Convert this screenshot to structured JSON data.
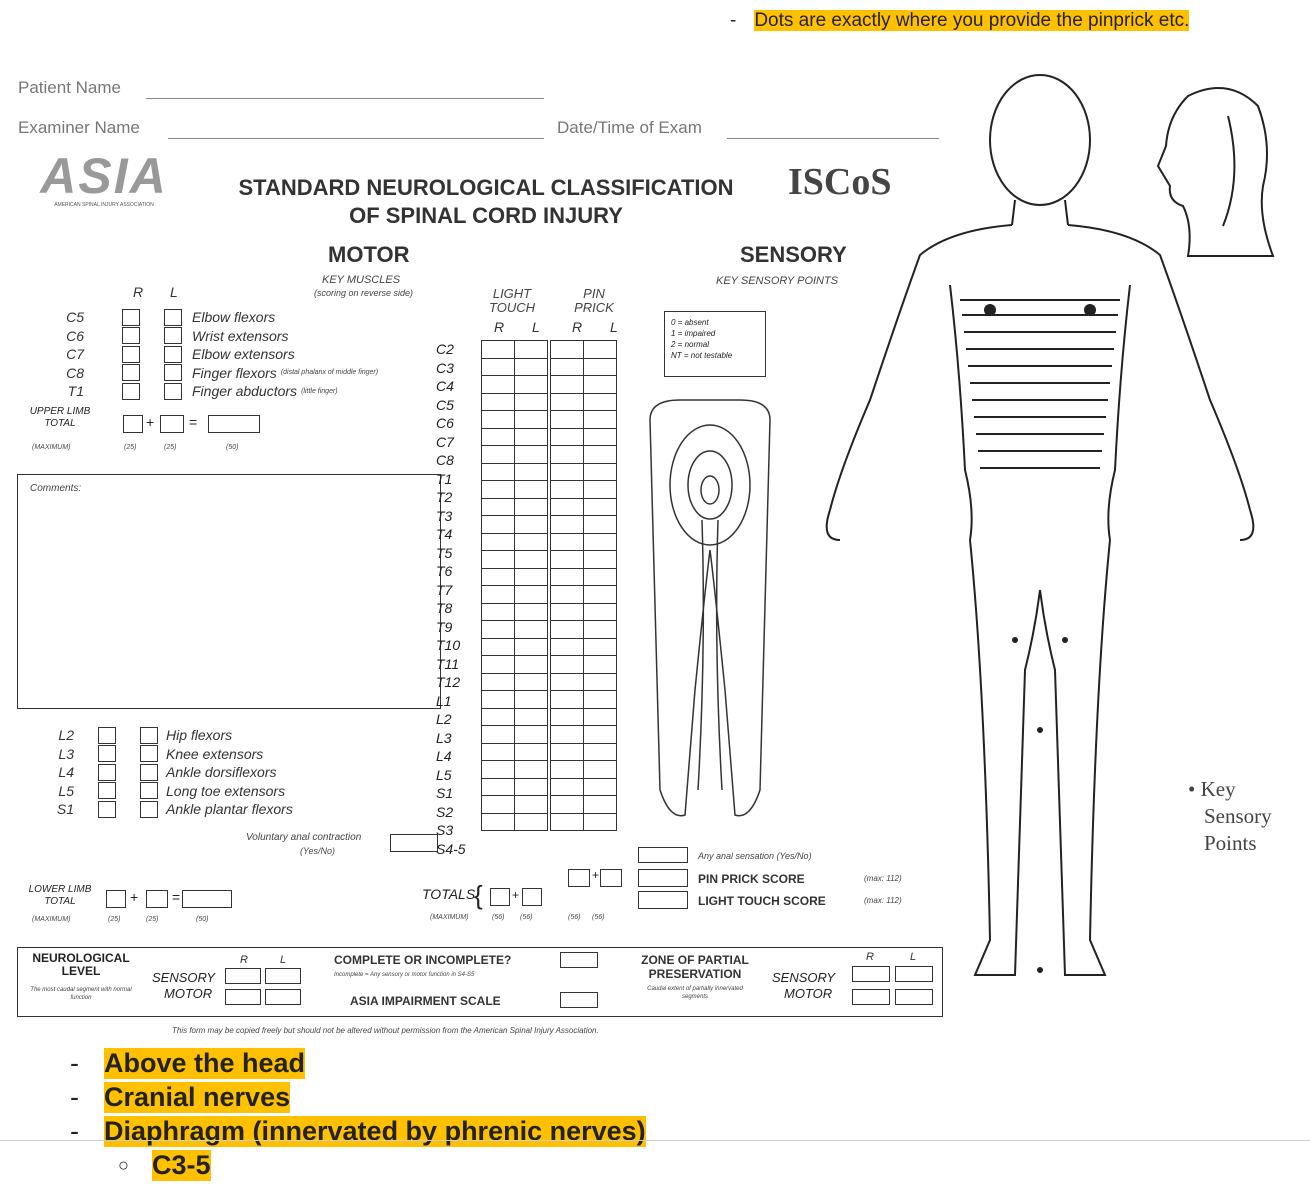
{
  "top_note": {
    "dash": "-",
    "text": "Dots are exactly where you provide the pinprick etc."
  },
  "form": {
    "patient_name_label": "Patient Name",
    "examiner_name_label": "Examiner Name",
    "date_label": "Date/Time of Exam",
    "title_line1": "STANDARD NEUROLOGICAL CLASSIFICATION",
    "title_line2": "OF SPINAL CORD INJURY",
    "asia_logo": "ASIA",
    "asia_logo_sub": "AMERICAN SPINAL INJURY ASSOCIATION",
    "iscos_logo": "ISCoS",
    "motor": {
      "heading": "MOTOR",
      "sub": "KEY MUSCLES",
      "sub2": "(scoring on reverse side)",
      "r": "R",
      "l": "L",
      "upper": [
        {
          "level": "C5",
          "muscle": "Elbow flexors",
          "note": ""
        },
        {
          "level": "C6",
          "muscle": "Wrist extensors",
          "note": ""
        },
        {
          "level": "C7",
          "muscle": "Elbow extensors",
          "note": ""
        },
        {
          "level": "C8",
          "muscle": "Finger flexors",
          "note": "(distal phalanx of middle finger)"
        },
        {
          "level": "T1",
          "muscle": "Finger abductors",
          "note": "(little finger)"
        }
      ],
      "upper_total": "UPPER LIMB TOTAL",
      "maximum": "(MAXIMUM)",
      "max_vals": [
        "(25)",
        "(25)",
        "(50)"
      ],
      "comments": "Comments:",
      "lower": [
        {
          "level": "L2",
          "muscle": "Hip flexors"
        },
        {
          "level": "L3",
          "muscle": "Knee extensors"
        },
        {
          "level": "L4",
          "muscle": "Ankle dorsiflexors"
        },
        {
          "level": "L5",
          "muscle": "Long toe extensors"
        },
        {
          "level": "S1",
          "muscle": "Ankle plantar flexors"
        }
      ],
      "voluntary": "Voluntary anal contraction",
      "yesno": "(Yes/No)",
      "lower_total": "LOWER LIMB TOTAL"
    },
    "sensory": {
      "heading": "SENSORY",
      "sub": "KEY SENSORY POINTS",
      "light_touch": "LIGHT TOUCH",
      "pin_prick": "PIN PRICK",
      "levels": [
        "C2",
        "C3",
        "C4",
        "C5",
        "C6",
        "C7",
        "C8",
        "T1",
        "T2",
        "T3",
        "T4",
        "T5",
        "T6",
        "T7",
        "T8",
        "T9",
        "T10",
        "T11",
        "T12",
        "L1",
        "L2",
        "L3",
        "L4",
        "L5",
        "S1",
        "S2",
        "S3",
        "S4-5"
      ],
      "legend": [
        "0 = absent",
        "1 = impaired",
        "2 = normal",
        "NT = not testable"
      ],
      "any_anal": "Any anal sensation (Yes/No)",
      "pin_score": "PIN PRICK SCORE",
      "lt_score": "LIGHT TOUCH SCORE",
      "max112": "(max: 112)",
      "totals": "TOTALS",
      "totals_max": "(MAXIMUM)",
      "totals_vals": [
        "(56)",
        "(56)",
        "(56)",
        "(56)"
      ]
    },
    "bottom": {
      "neuro_level": "NEUROLOGICAL LEVEL",
      "neuro_sub": "The most caudal segment with normal function",
      "sensory": "SENSORY",
      "motor": "MOTOR",
      "complete": "COMPLETE OR INCOMPLETE?",
      "complete_sub": "Incomplete = Any sensory or motor function in S4-S5",
      "asia_scale": "ASIA IMPAIRMENT SCALE",
      "zone": "ZONE OF PARTIAL PRESERVATION",
      "zone_sub": "Caudal extent of partially innervated segments",
      "footer": "This form may be copied freely but should not be altered without permission from the American Spinal Injury Association."
    },
    "key_points": [
      "Key",
      "Sensory",
      "Points"
    ],
    "key_bullet": "•"
  },
  "bottom_list": [
    {
      "dash": "-",
      "text": "Above the head"
    },
    {
      "dash": "-",
      "text": "Cranial nerves"
    },
    {
      "dash": "-",
      "text": "Diaphragm (innervated by phrenic nerves)"
    }
  ],
  "sub_list": [
    {
      "bullet": "○",
      "text": "C3-5"
    }
  ],
  "colors": {
    "highlight": "#ffc000"
  }
}
